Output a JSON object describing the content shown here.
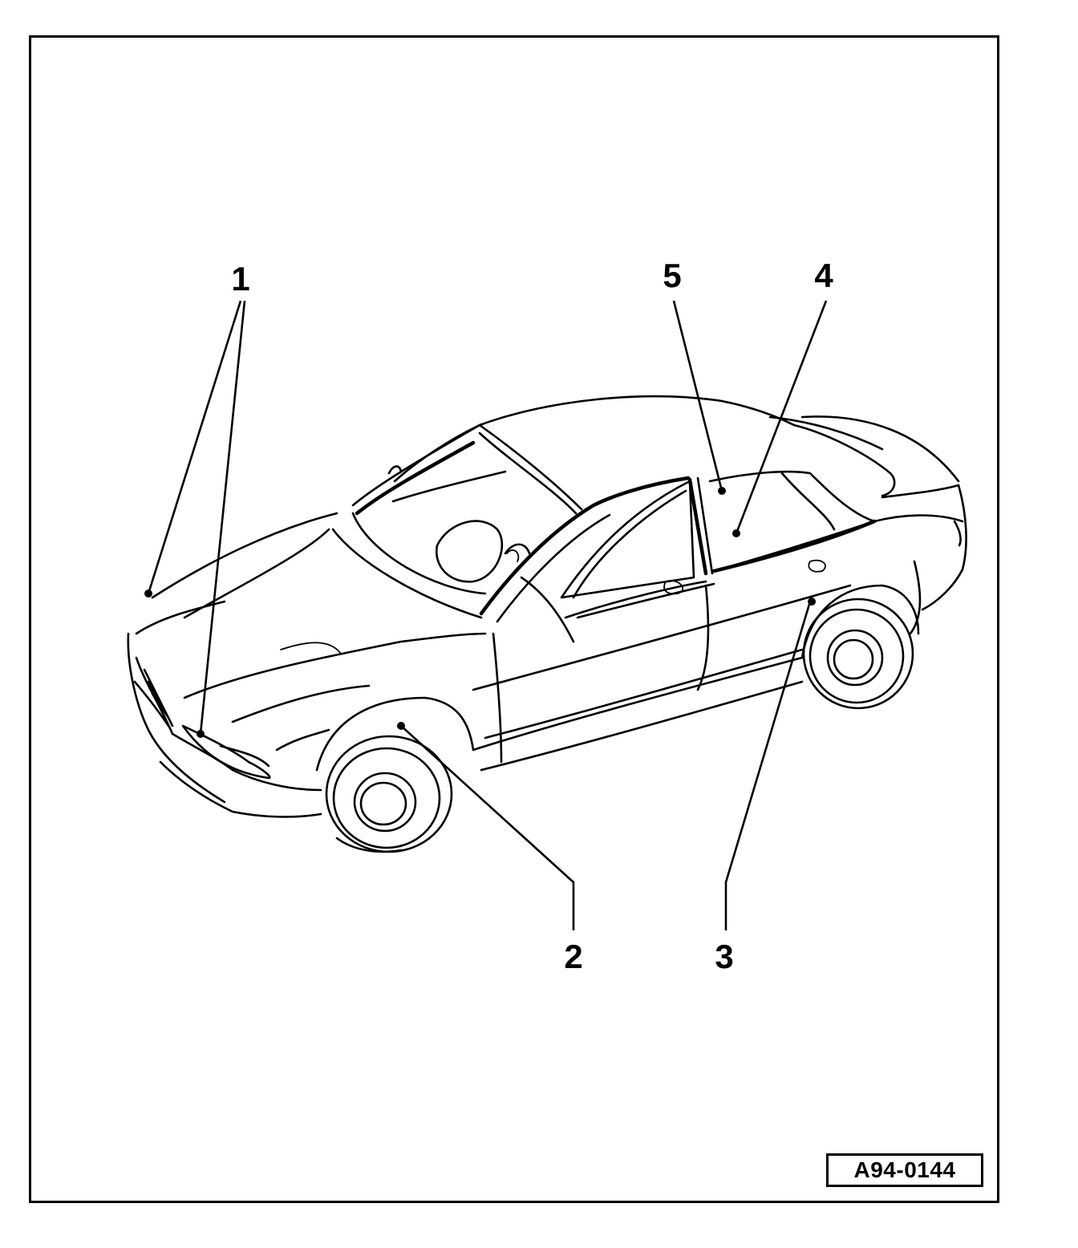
{
  "diagram": {
    "reference_code": "A94-0144",
    "callouts": [
      {
        "id": "1",
        "label": "1"
      },
      {
        "id": "2",
        "label": "2"
      },
      {
        "id": "3",
        "label": "3"
      },
      {
        "id": "4",
        "label": "4"
      },
      {
        "id": "5",
        "label": "5"
      }
    ]
  }
}
